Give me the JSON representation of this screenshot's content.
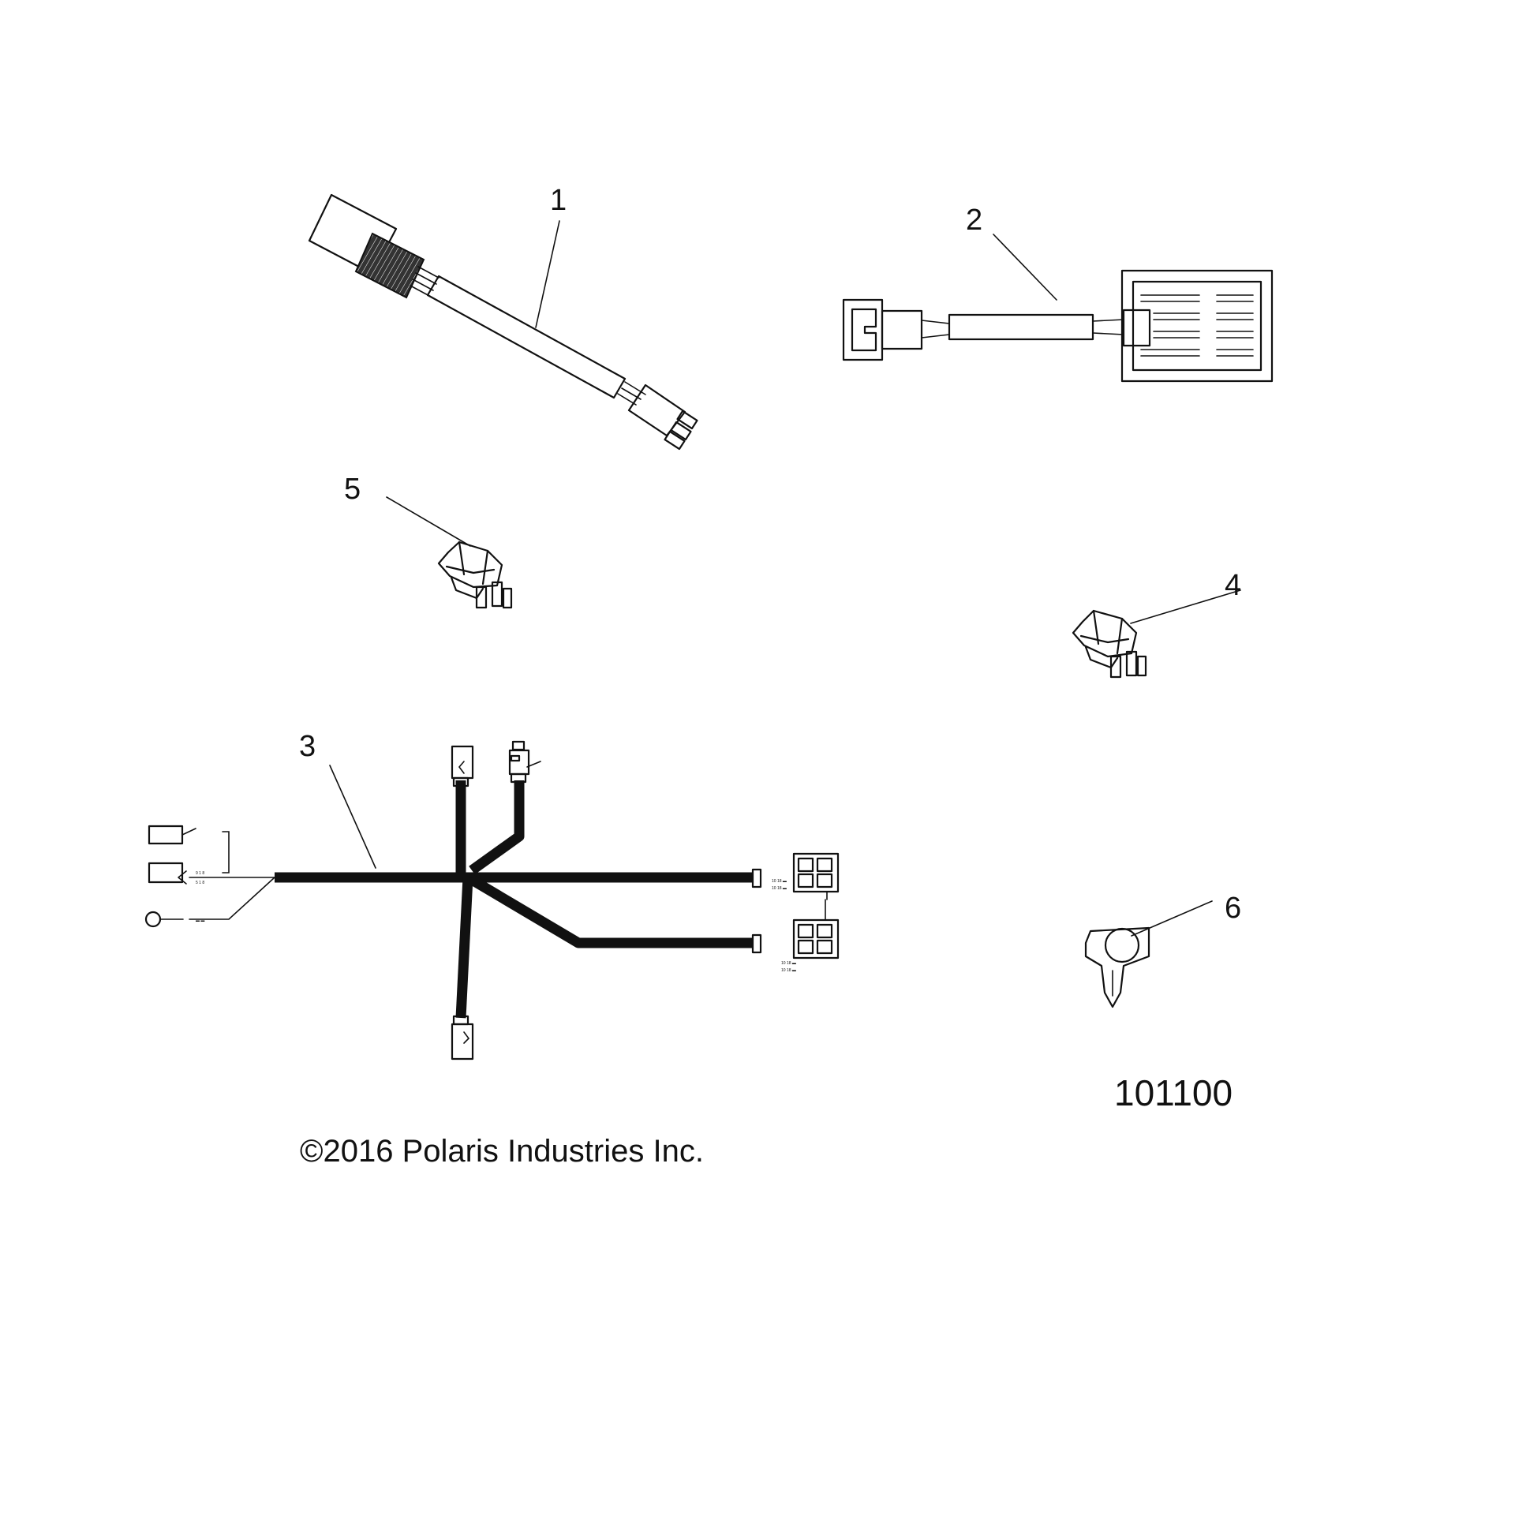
{
  "callouts": {
    "item_1": "1",
    "item_2": "2",
    "item_3": "3",
    "item_4": "4",
    "item_5": "5",
    "item_6": "6"
  },
  "drawing_number": "101100",
  "copyright": "©2016 Polaris Industries Inc.",
  "colors": {
    "line": "#111111",
    "background": "#ffffff"
  }
}
